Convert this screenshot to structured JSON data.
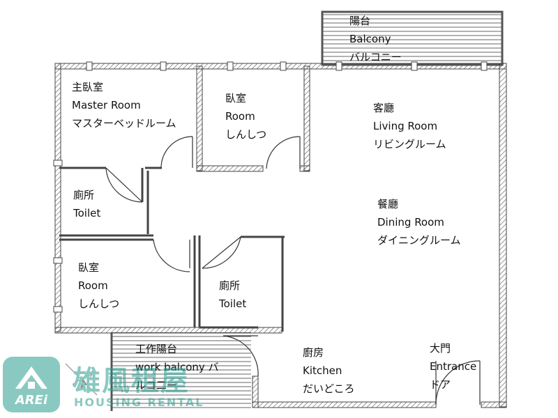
{
  "rooms": [
    {
      "id": "balcony",
      "zh": "陽台",
      "en": "Balcony",
      "ja": "バルコニー"
    },
    {
      "id": "master",
      "zh": "主臥室",
      "en": "Master Room",
      "ja": "マスターベッドルーム"
    },
    {
      "id": "bedroom1",
      "zh": "臥室",
      "en": "Room",
      "ja": "しんしつ"
    },
    {
      "id": "living",
      "zh": "客廳",
      "en": "Living Room",
      "ja": "リビングルーム"
    },
    {
      "id": "toilet1",
      "zh": "廁所",
      "en": "Toilet",
      "ja": ""
    },
    {
      "id": "dining",
      "zh": "餐廳",
      "en": "Dining Room",
      "ja": "ダイニングルーム"
    },
    {
      "id": "bedroom2",
      "zh": "臥室",
      "en": "Room",
      "ja": "しんしつ"
    },
    {
      "id": "toilet2",
      "zh": "廁所",
      "en": "Toilet",
      "ja": ""
    },
    {
      "id": "workbalcony",
      "zh": "工作陽台",
      "en": "work balcony バ",
      "ja": "ルコ二ー"
    },
    {
      "id": "kitchen",
      "zh": "廚房",
      "en": "Kitchen",
      "ja": "だいどころ"
    },
    {
      "id": "entrance",
      "zh": "大門",
      "en": "Entrance",
      "ja": "ドア"
    }
  ],
  "watermark": {
    "logo_text": "AREi",
    "title": "雄風租屋",
    "subtitle": "HOUSING RENTAL"
  },
  "colors": {
    "wall": "#555555",
    "hatch": "#777777",
    "watermark": "#2a9d8f"
  }
}
